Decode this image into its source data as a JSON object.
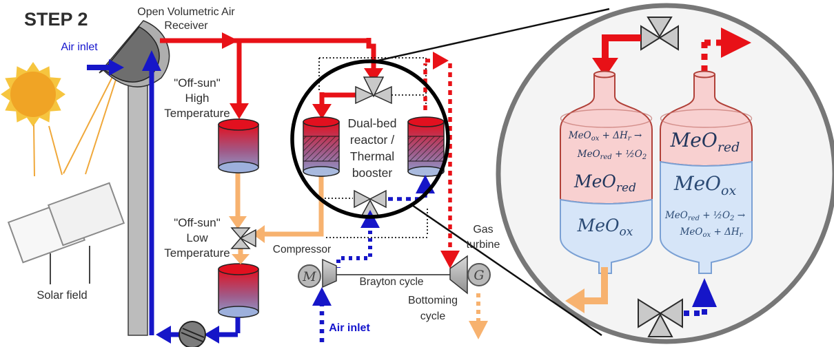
{
  "title": "STEP 2",
  "colors": {
    "hot_air_red": "#e81117",
    "cold_air_blue": "#1616c8",
    "warm_air_orange": "#f7b26f",
    "sun_yellow": "#f6c53f",
    "sun_core_orange": "#f0a425",
    "vessel_pink_fill": "#f8d0d0",
    "vessel_pink_stroke": "#b04038",
    "vessel_blue_fill": "#d6e5f8",
    "vessel_blue_stroke": "#7aa0d4",
    "valve_gray": "#c9c9c9",
    "magnifier_fill": "#f4f4f4",
    "magnifier_stroke": "#777777"
  },
  "solar": {
    "air_inlet": "Air inlet",
    "solar_field": "Solar field",
    "receiver_l1": "Open Volumetric Air",
    "receiver_l2": "Receiver"
  },
  "storage": {
    "ht_l1": "\"Off-sun\"",
    "ht_l2": "High",
    "ht_l3": "Temperature",
    "lt_l1": "\"Off-sun\"",
    "lt_l2": "Low",
    "lt_l3": "Temperature"
  },
  "reactor": {
    "l1": "Dual-bed",
    "l2": "reactor /",
    "l3": "Thermal",
    "l4": "booster"
  },
  "power": {
    "compressor": "Compressor",
    "brayton": "Brayton cycle",
    "gas_l1": "Gas",
    "gas_l2": "turbine",
    "bottoming_l1": "Bottoming",
    "bottoming_l2": "cycle",
    "motor": "M",
    "generator": "G",
    "air_inlet": "Air inlet"
  },
  "magnifier": {
    "left_vessel": {
      "eq1": {
        "p1": "MeO",
        "s1": "ox",
        "p2": " + ΔH",
        "s2": "r",
        "p3": " →"
      },
      "eq2": {
        "p1": "MeO",
        "s1": "red",
        "p2": " + ½O",
        "s2": "2"
      },
      "big_top": {
        "p1": "MeO",
        "s1": "red"
      },
      "big_bottom": {
        "p1": "MeO",
        "s1": "ox"
      }
    },
    "right_vessel": {
      "big_top": {
        "p1": "MeO",
        "s1": "red"
      },
      "big_bottom": {
        "p1": "MeO",
        "s1": "ox"
      },
      "eq1": {
        "p1": "MeO",
        "s1": "red",
        "p2": " + ½O",
        "s2": "2",
        "p3": " →"
      },
      "eq2": {
        "p1": "MeO",
        "s1": "ox",
        "p2": " + ΔH",
        "s2": "r"
      }
    }
  }
}
